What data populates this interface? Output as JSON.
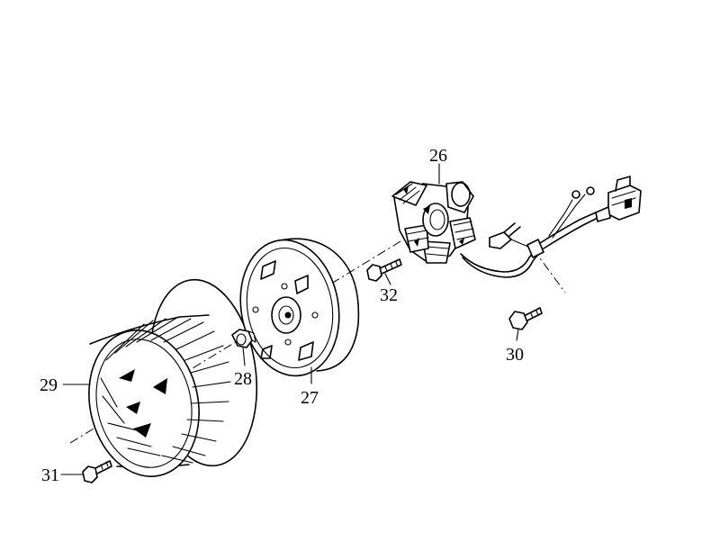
{
  "parts": [
    {
      "id": "stator",
      "label": "26"
    },
    {
      "id": "flywheel",
      "label": "27"
    },
    {
      "id": "nut",
      "label": "28"
    },
    {
      "id": "cooling-fan",
      "label": "29"
    },
    {
      "id": "stator-bolt",
      "label": "30"
    },
    {
      "id": "fan-bolt",
      "label": "31"
    },
    {
      "id": "pickup-bolt",
      "label": "32"
    }
  ]
}
